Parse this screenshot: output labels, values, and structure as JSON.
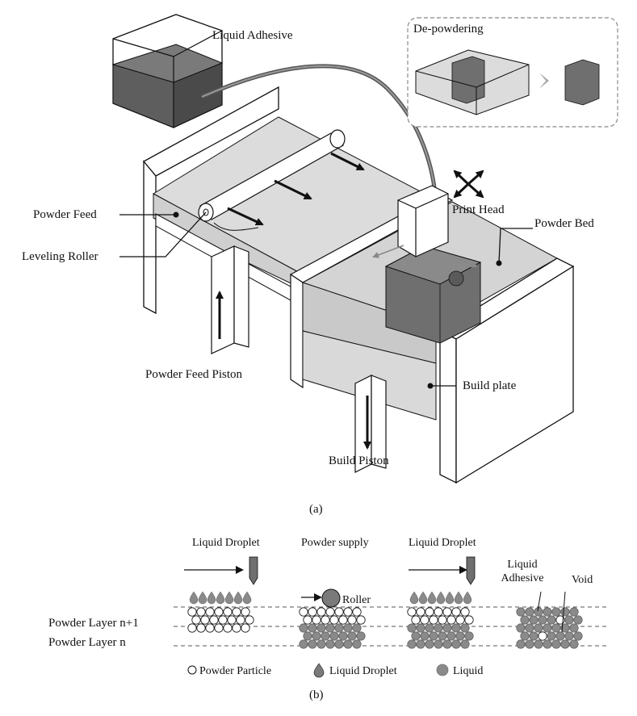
{
  "part_a": {
    "caption": "(a)",
    "labels": {
      "liquid_adhesive": "Liquid Adhesive",
      "depowdering": "De-powdering",
      "powder_feed": "Powder Feed",
      "leveling_roller": "Leveling Roller",
      "print_head": "Print Head",
      "powder_bed": "Powder Bed",
      "powder_feed_piston": "Powder Feed Piston",
      "build_plate": "Build plate",
      "build_piston": "Build Piston"
    }
  },
  "part_b": {
    "caption": "(b)",
    "labels": {
      "liquid_droplet_1": "Liquid Droplet",
      "powder_supply": "Powder supply",
      "liquid_droplet_2": "Liquid Droplet",
      "roller": "Roller",
      "liquid_adhesive": "Liquid Adhesive",
      "void": "Void",
      "layer_n1": "Powder Layer n+1",
      "layer_n": "Powder Layer n"
    },
    "legend": [
      {
        "label": "Powder Particle",
        "icon": "circle-outline-icon"
      },
      {
        "label": "Liquid Droplet",
        "icon": "droplet-icon"
      },
      {
        "label": "Liquid",
        "icon": "filled-circle-icon"
      }
    ]
  },
  "colors": {
    "adhesive": "#5e5e5e",
    "part": "#6f6f6f",
    "powder": "#d9d9d9",
    "liquid": "#8a8a8a"
  }
}
